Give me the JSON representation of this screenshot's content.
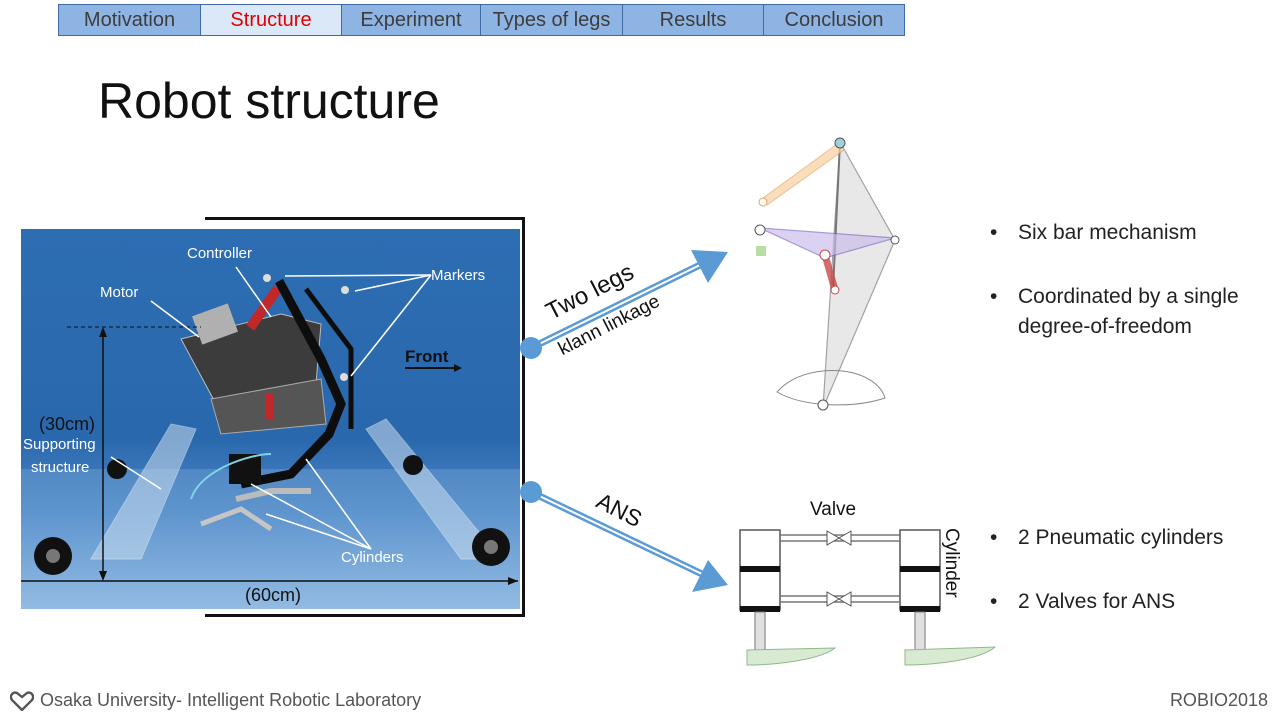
{
  "nav": {
    "tabs": [
      {
        "label": "Motivation",
        "active": false
      },
      {
        "label": "Structure",
        "active": true
      },
      {
        "label": "Experiment",
        "active": false
      },
      {
        "label": "Types of legs",
        "active": false
      },
      {
        "label": "Results",
        "active": false
      },
      {
        "label": "Conclusion",
        "active": false
      }
    ]
  },
  "title": "Robot structure",
  "photo_labels": {
    "controller": "Controller",
    "markers": "Markers",
    "motor": "Motor",
    "front": "Front",
    "height": "(30cm)",
    "supporting": "Supporting",
    "structure": "structure",
    "cylinders": "Cylinders",
    "width": "(60cm)"
  },
  "arrows": {
    "legs_main": "Two legs",
    "legs_sub": "klann linkage",
    "ans": "ANS"
  },
  "bullets_top": [
    "Six bar mechanism",
    "Coordinated by a single degree-of-freedom"
  ],
  "bullets_bottom": [
    "2 Pneumatic cylinders",
    "2 Valves for ANS"
  ],
  "diagram": {
    "valve": "Valve",
    "cylinder": "Cylinder"
  },
  "colors": {
    "nav_tab": "#8eb4e3",
    "nav_active": "#dbe8f7",
    "active_text": "#e00000",
    "arrow": "#5b9bd5"
  },
  "footer": {
    "org": "Osaka University- Intelligent Robotic Laboratory",
    "conf": "ROBIO2018",
    "logo_icon": "university-logo-icon"
  }
}
